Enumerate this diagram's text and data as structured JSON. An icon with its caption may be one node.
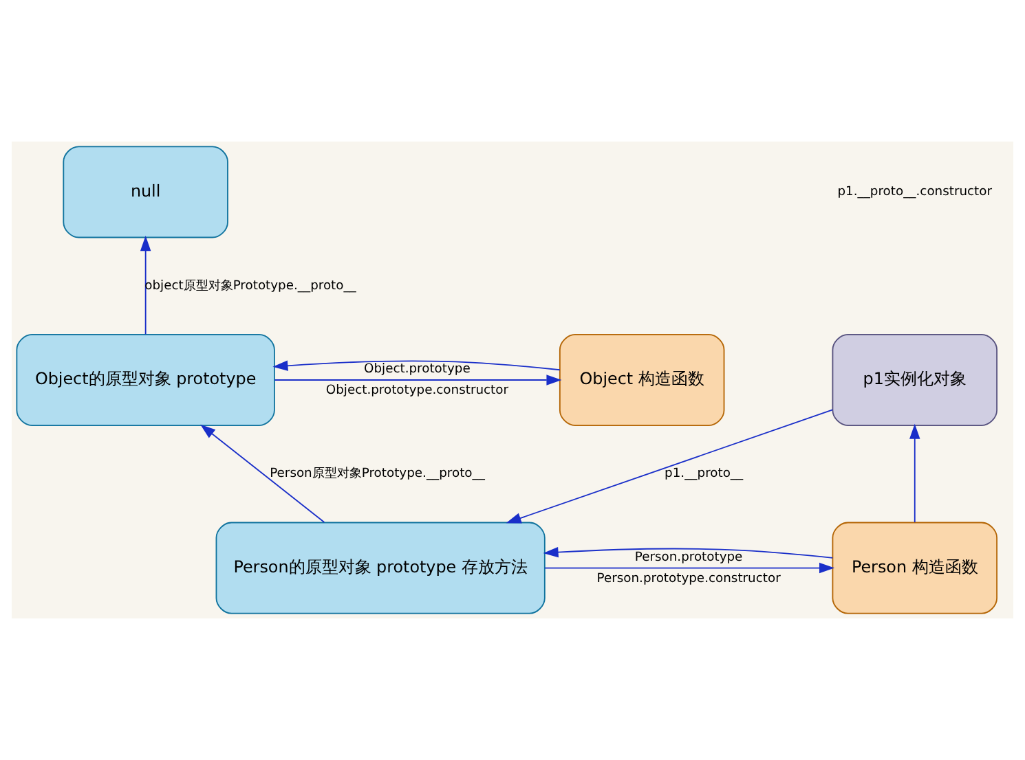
{
  "diagram": {
    "nodes": [
      {
        "text": [
          "null"
        ]
      },
      {
        "text": [
          "Object 构造函数"
        ]
      },
      {
        "text": [
          "Object的原型对象 prototype"
        ]
      },
      {
        "text": [
          "Person 构造函数"
        ]
      },
      {
        "text": [
          "Person的原型对象 prototype 存放方法"
        ]
      },
      {
        "text": [
          "p1实例化对象"
        ]
      }
    ],
    "edges": [
      {
        "from": 1,
        "to": 2,
        "arrow": "to",
        "label": "Object.prototype"
      },
      {
        "from": 2,
        "to": 1,
        "arrow": "to",
        "label": "Object.prototype.constructor"
      },
      {
        "from": 2,
        "to": 0,
        "arrow": "to",
        "label": "object原型对象Prototype.__proto__"
      },
      {
        "from": 4,
        "to": 2,
        "arrow": "to",
        "label": "Person原型对象Prototype.__proto__"
      },
      {
        "from": 3,
        "to": 4,
        "arrow": "to",
        "label": "Person.prototype"
      },
      {
        "from": 4,
        "to": 3,
        "arrow": "to",
        "label": "Person.prototype.constructor"
      },
      {
        "from": 3,
        "to": 5,
        "arrow": "to"
      },
      {
        "from": 5,
        "to": 4,
        "arrow": "to",
        "label": "p1.__proto__"
      }
    ],
    "labels": [
      "p1.__proto__.constructor"
    ]
  }
}
